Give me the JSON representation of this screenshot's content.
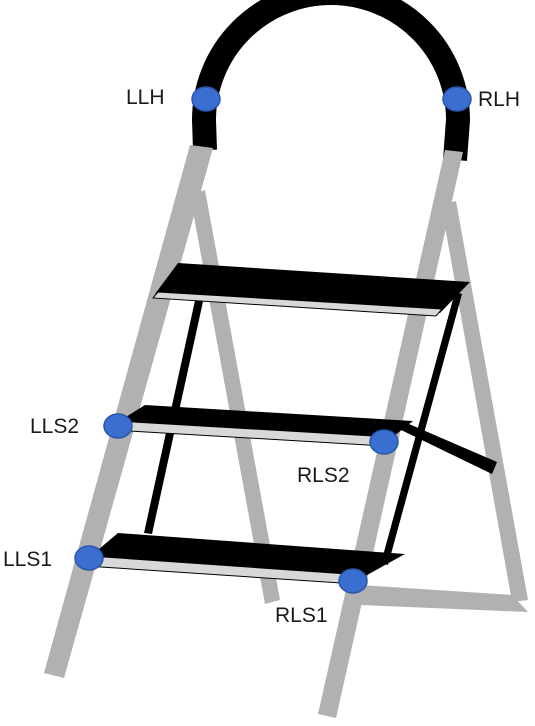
{
  "diagram": {
    "subject": "step-ladder",
    "colors": {
      "frame": "#b1b1b1",
      "handle": "#000000",
      "step": "#000000",
      "step_edge": "#d6d6d6",
      "marker": "#3a6fd1",
      "marker_stroke": "#2b55a8"
    },
    "markers": [
      {
        "id": "LLH",
        "label": "LLH"
      },
      {
        "id": "RLH",
        "label": "RLH"
      },
      {
        "id": "LLS2",
        "label": "LLS2"
      },
      {
        "id": "RLS2",
        "label": "RLS2"
      },
      {
        "id": "LLS1",
        "label": "LLS1"
      },
      {
        "id": "RLS1",
        "label": "RLS1"
      }
    ]
  }
}
